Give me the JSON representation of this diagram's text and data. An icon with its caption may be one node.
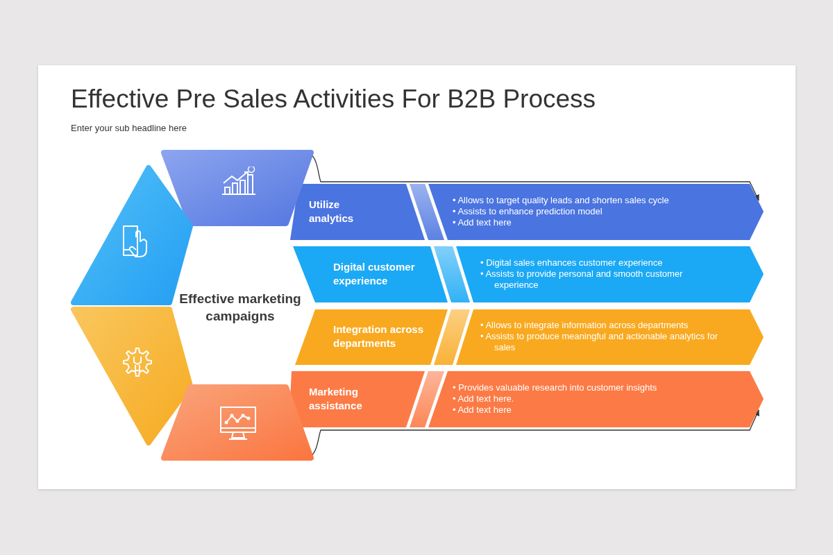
{
  "diagram": {
    "title": "Effective Pre Sales Activities For B2B Process",
    "nodes": [
      {
        "text": [],
        "shape": "trapezoid"
      },
      {
        "text": [],
        "shape": "trapezoid"
      },
      {
        "text": [
          "Effective marketing campaigns"
        ]
      },
      {
        "text": [],
        "shape": "trapezoid"
      },
      {
        "text": [],
        "shape": "trapezoid"
      },
      {
        "text": [
          "Utilize analytics"
        ]
      },
      {
        "text": [
          "• Allows to target quality leads and shorten sales cycle",
          "• Assists to enhance prediction model",
          "• Add text here"
        ]
      },
      {
        "text": [
          "Digital customer experience"
        ]
      },
      {
        "text": [
          "• Digital sales enhances customer experience",
          "• Assists to provide personal and smooth customer experience"
        ]
      },
      {
        "text": [
          "Integration across departments"
        ]
      },
      {
        "text": [
          "• Allows to integrate information across departments",
          "• Assists to produce meaningful and actionable analytics for sales"
        ]
      },
      {
        "text": [
          "Marketing assistance"
        ]
      },
      {
        "text": [
          "• Provides valuable research into customer insights",
          "• Add text here.",
          "• Add text here"
        ]
      }
    ],
    "edges": [
      {
        "from": 0,
        "to": 6,
        "arrow": "to"
      },
      {
        "from": 4,
        "to": 12,
        "arrow": "to"
      }
    ],
    "labels": [
      "Enter your sub headline here"
    ]
  }
}
